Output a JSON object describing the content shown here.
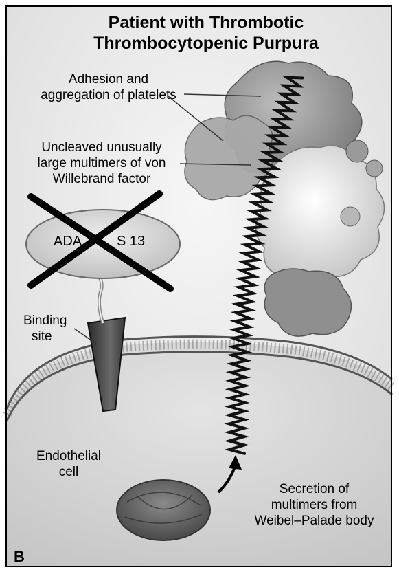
{
  "title_line1": "Patient with Thrombotic",
  "title_line2": "Thrombocytopenic Purpura",
  "labels": {
    "adhesion_line1": "Adhesion and",
    "adhesion_line2": "aggregation of platelets",
    "uncleaved_line1": "Uncleaved unusually",
    "uncleaved_line2": "large multimers of von",
    "uncleaved_line3": "Willebrand factor",
    "enzyme_left": "ADA",
    "enzyme_right": "S 13",
    "binding_line1": "Binding",
    "binding_line2": "site",
    "endothelial_line1": "Endothelial",
    "endothelial_line2": "cell",
    "secretion_line1": "Secretion of",
    "secretion_line2": "multimers from",
    "secretion_line3": "Weibel–Palade body"
  },
  "panel_letter": "B",
  "colors": {
    "cell_fill": "#d4d4d4",
    "platelet_fill": "#8a8a8a",
    "spring": "#1a1a1a",
    "background": "#ececec"
  }
}
